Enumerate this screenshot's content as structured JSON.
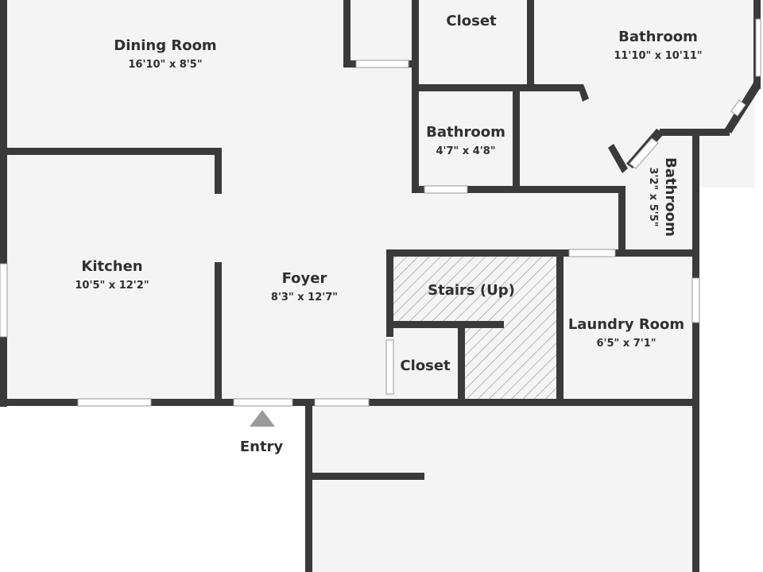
{
  "colors": {
    "wall": "#3a3a3a",
    "floor": "#f4f4f4",
    "background": "#ffffff",
    "window": "#ffffff",
    "stairs_hatch": "#9a9a9a",
    "entry_marker": "#9a9a9a"
  },
  "rooms": {
    "dining_room": {
      "name": "Dining Room",
      "size": "16'10\" x 8'5\""
    },
    "closet_top": {
      "name": "Closet"
    },
    "bathroom_large": {
      "name": "Bathroom",
      "size": "11'10\" x 10'11\""
    },
    "bathroom_small": {
      "name": "Bathroom",
      "size": "4'7\" x 4'8\""
    },
    "bathroom_side": {
      "name": "Bathroom",
      "size": "3'2\" x 5'5\""
    },
    "kitchen": {
      "name": "Kitchen",
      "size": "10'5\" x 12'2\""
    },
    "foyer": {
      "name": "Foyer",
      "size": "8'3\" x 12'7\""
    },
    "stairs": {
      "name": "Stairs (Up)"
    },
    "closet_lower": {
      "name": "Closet"
    },
    "laundry_room": {
      "name": "Laundry Room",
      "size": "6'5\" x 7'1\""
    }
  },
  "entry": {
    "label": "Entry",
    "icon": "triangle-up-icon"
  }
}
